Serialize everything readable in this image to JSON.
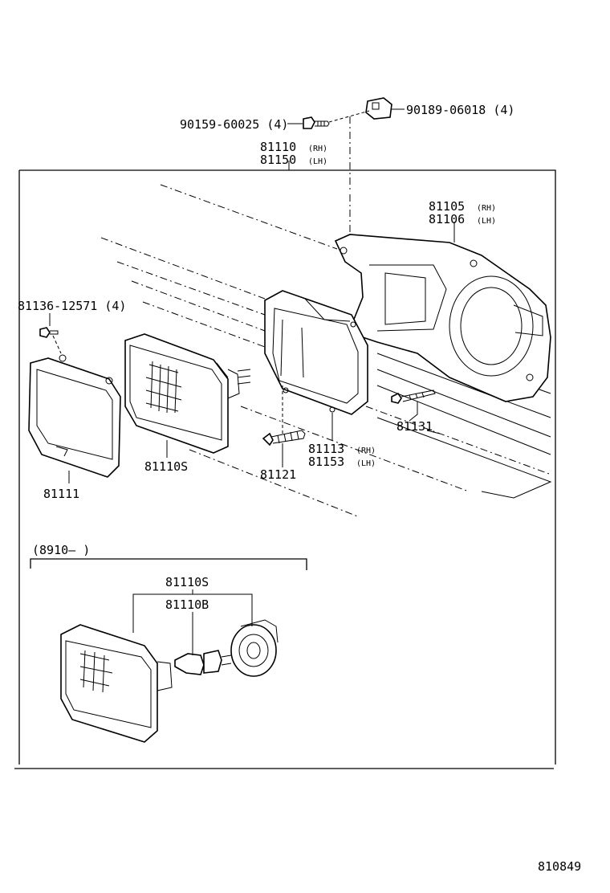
{
  "fasteners": {
    "bolt_top": "90159-60025 (4)",
    "clip_top": "90189-06018 (4)",
    "screw_left": "81136-12571 (4)"
  },
  "parts": {
    "assembly_rh": "81110",
    "assembly_lh": "81150",
    "bracket_rh": "81105",
    "bracket_lh": "81106",
    "ring": "81111",
    "sealed_beam": "81110S",
    "adjust_screw": "81121",
    "housing_rh": "81113",
    "housing_lh": "81153",
    "bolt_right": "81131"
  },
  "side": {
    "rh": "(RH)",
    "lh": "(LH)"
  },
  "inset": {
    "title": "(8910—        )",
    "headlamp": "81110S",
    "bulb": "81110B"
  },
  "diagram_id": "810849"
}
